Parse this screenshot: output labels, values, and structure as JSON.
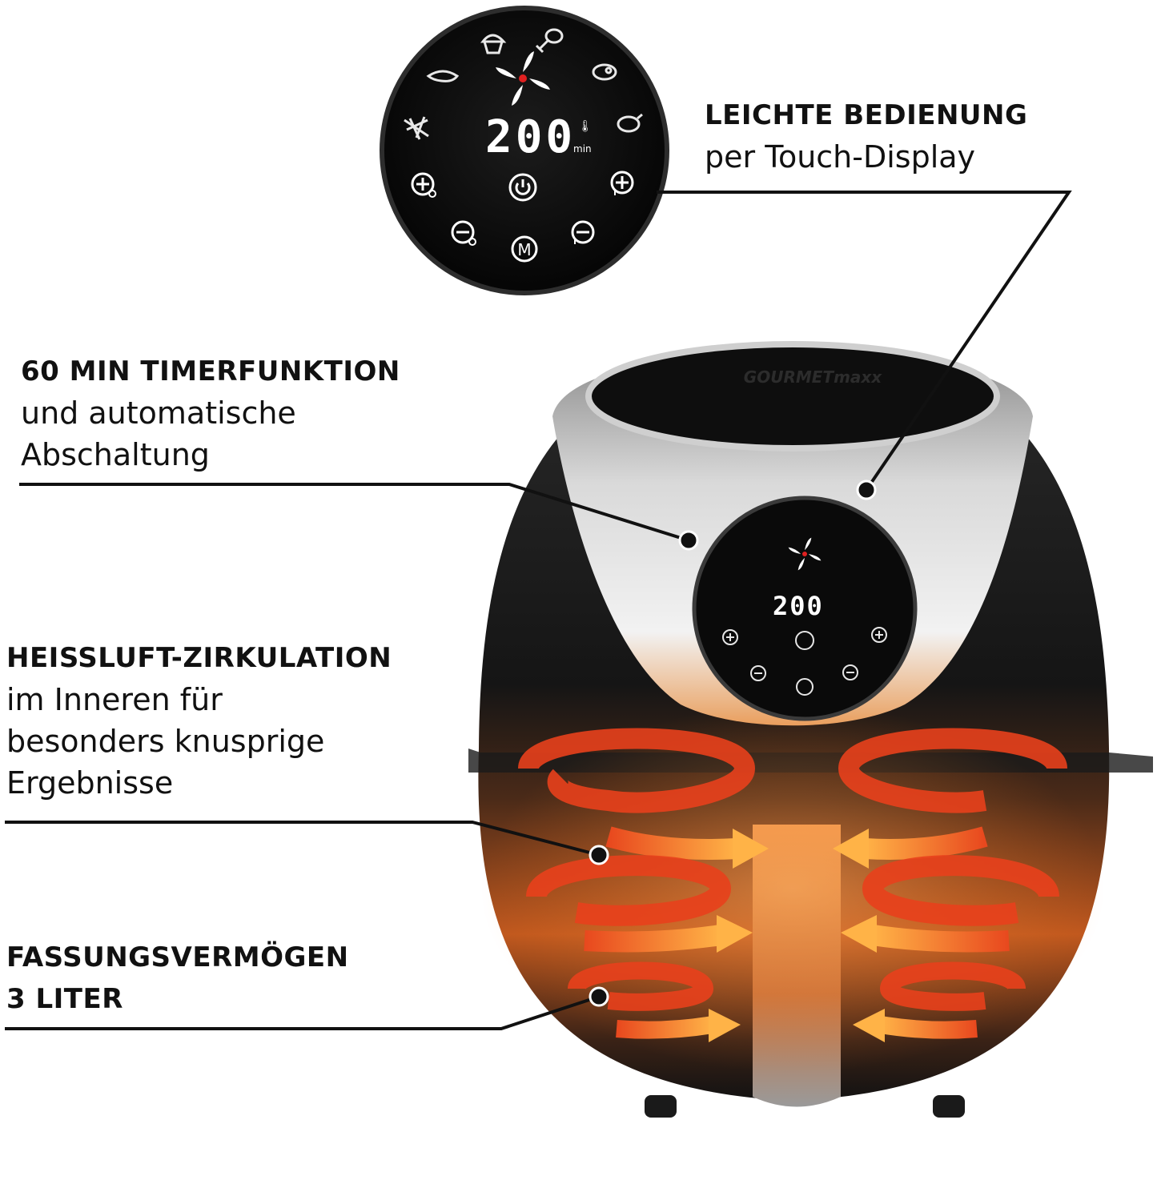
{
  "features": {
    "bedienung": {
      "title": "LEICHTE BEDIENUNG",
      "text": "per Touch-Display"
    },
    "timer": {
      "title": "60 MIN TIMERFUNKTION",
      "text": "und automatische\nAbschaltung"
    },
    "zirkulation": {
      "title": "HEISSLUFT-ZIRKULATION",
      "text": "im Inneren für\nbesonders knusprige\nErgebnisse"
    },
    "fassung": {
      "title": "FASSUNGSVERMÖGEN",
      "text": "3 LITER"
    }
  },
  "product": {
    "brand": "GOURMETmaxx"
  },
  "display": {
    "value": "200",
    "unit": "min",
    "mode_button": "M"
  },
  "colors": {
    "body": "#151515",
    "silver": "#b8b8b8",
    "heat_red": "#d8301c",
    "heat_orange": "#f08a2a",
    "led": "#ffffff",
    "fan_accent": "#e02020"
  },
  "icons": [
    "shrimp-icon",
    "muffin-icon",
    "chicken-leg-icon",
    "steak-icon",
    "fries-icon",
    "roast-chicken-icon",
    "fan-icon",
    "power-icon",
    "plus-timer-icon",
    "plus-temp-icon",
    "minus-timer-icon",
    "minus-temp-icon",
    "thermometer-icon"
  ]
}
